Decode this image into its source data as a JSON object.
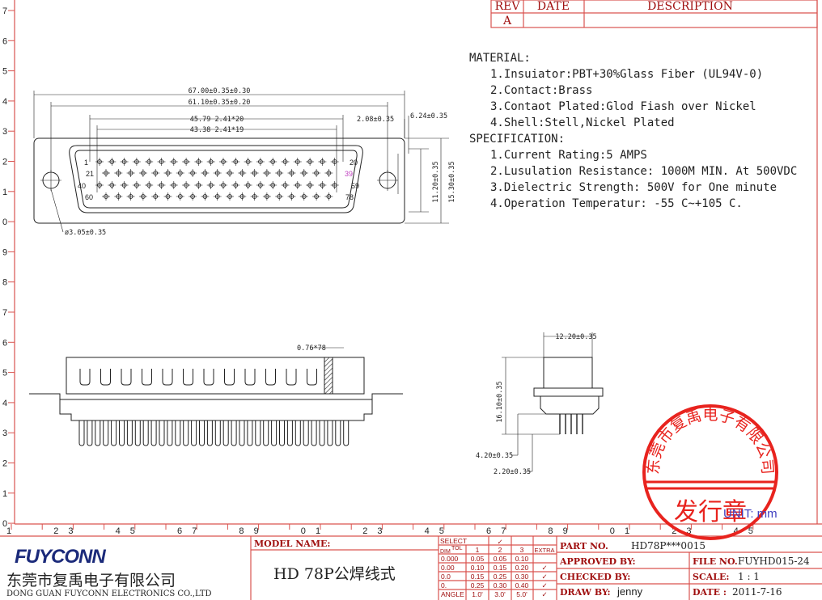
{
  "rev_table": {
    "headers": [
      "REV",
      "DATE",
      "DESCRIPTION"
    ],
    "row": [
      "A",
      "",
      ""
    ]
  },
  "material": {
    "heading": "MATERIAL:",
    "items": [
      "1.Insuiator:PBT+30%Glass Fiber (UL94V-0)",
      "2.Contact:Brass",
      "3.Contaot Plated:Glod Fiash over Nickel",
      "4.Shell:Stell,Nickel Plated"
    ]
  },
  "specification": {
    "heading": "SPECIFICATION:",
    "items": [
      "1.Current Rating:5 AMPS",
      "2.Lusulation Resistance: 1000M  MIN. At 500VDC",
      "3.Dielectric Strength: 500V for One minute",
      "4.Operation Temperatur: -55 C~+105 C."
    ]
  },
  "front_view": {
    "dims": [
      "67.00±0.35±0.30",
      "61.10±0.35±0.20",
      "45.79  2.41*20",
      "43.38  2.41*19",
      "2.08±0.35",
      "6.24±0.35",
      "11.20±0.35",
      "15.30±0.35",
      "ø3.05±0.35"
    ],
    "pin_labels": [
      "1",
      "20",
      "21",
      "39",
      "40",
      "59",
      "60",
      "78"
    ]
  },
  "side_view": {
    "dims": [
      "0.76*78"
    ]
  },
  "end_view": {
    "dims": [
      "12.20±0.35",
      "16.10±0.35",
      "4.20±0.35",
      "2.20±0.35"
    ]
  },
  "ruler": {
    "left": [
      "7",
      "6",
      "5",
      "4",
      "3",
      "2",
      "1",
      "0",
      "9",
      "8",
      "7",
      "6",
      "5",
      "4",
      "3",
      "2",
      "1",
      "0"
    ],
    "bottom": [
      "1",
      "2",
      "3",
      "4",
      "5",
      "6",
      "7",
      "8",
      "9",
      "0",
      "1",
      "2",
      "3",
      "4",
      "5",
      "6",
      "7",
      "8",
      "9",
      "0",
      "1",
      "2",
      "3",
      "4",
      "5"
    ]
  },
  "unit_label": "UNIT: mm",
  "stamp": {
    "ring_text": "东莞市复禹电子有限公司",
    "center_text": "发行章",
    "color": "#e8231e"
  },
  "title_block": {
    "logo": "FUYCONN",
    "company_cn": "东莞市复禹电子有限公司",
    "company_en": "DONG GUAN FUYCONN ELECTRONICS CO.,LTD",
    "model_label": "MODEL NAME:",
    "model_value": "HD 78P公焊线式",
    "tol_head": [
      "SELECT",
      "TOL",
      "DIM",
      "1",
      "2",
      "3",
      "EXTRA"
    ],
    "tol_rows": [
      [
        "0.000",
        "0.05",
        "0.05",
        "0.10"
      ],
      [
        "0.00",
        "0.10",
        "0.15",
        "0.20"
      ],
      [
        "0.0",
        "0.15",
        "0.25",
        "0.30"
      ],
      [
        "0.",
        "0.25",
        "0.30",
        "0.40"
      ],
      [
        "ANGLE",
        "1.0'",
        "3.0'",
        "5.0'"
      ]
    ],
    "part_no_label": "PART NO.",
    "part_no_value": "HD78P***0015",
    "approved_label": "APPROVED BY:",
    "checked_label": "CHECKED BY:",
    "draw_label": "DRAW BY:",
    "draw_value": "jenny",
    "file_label": "FILE NO.",
    "file_value": "FUYHD015-24",
    "scale_label": "SCALE:",
    "scale_value": "1 : 1",
    "date_label": "DATE :",
    "date_value": "2011-7-16"
  },
  "colors": {
    "frame": "#d9534f",
    "line": "#222222",
    "stamp": "#e8231e",
    "logo": "#1b2a7a",
    "pin_highlight": "#c040c0"
  }
}
